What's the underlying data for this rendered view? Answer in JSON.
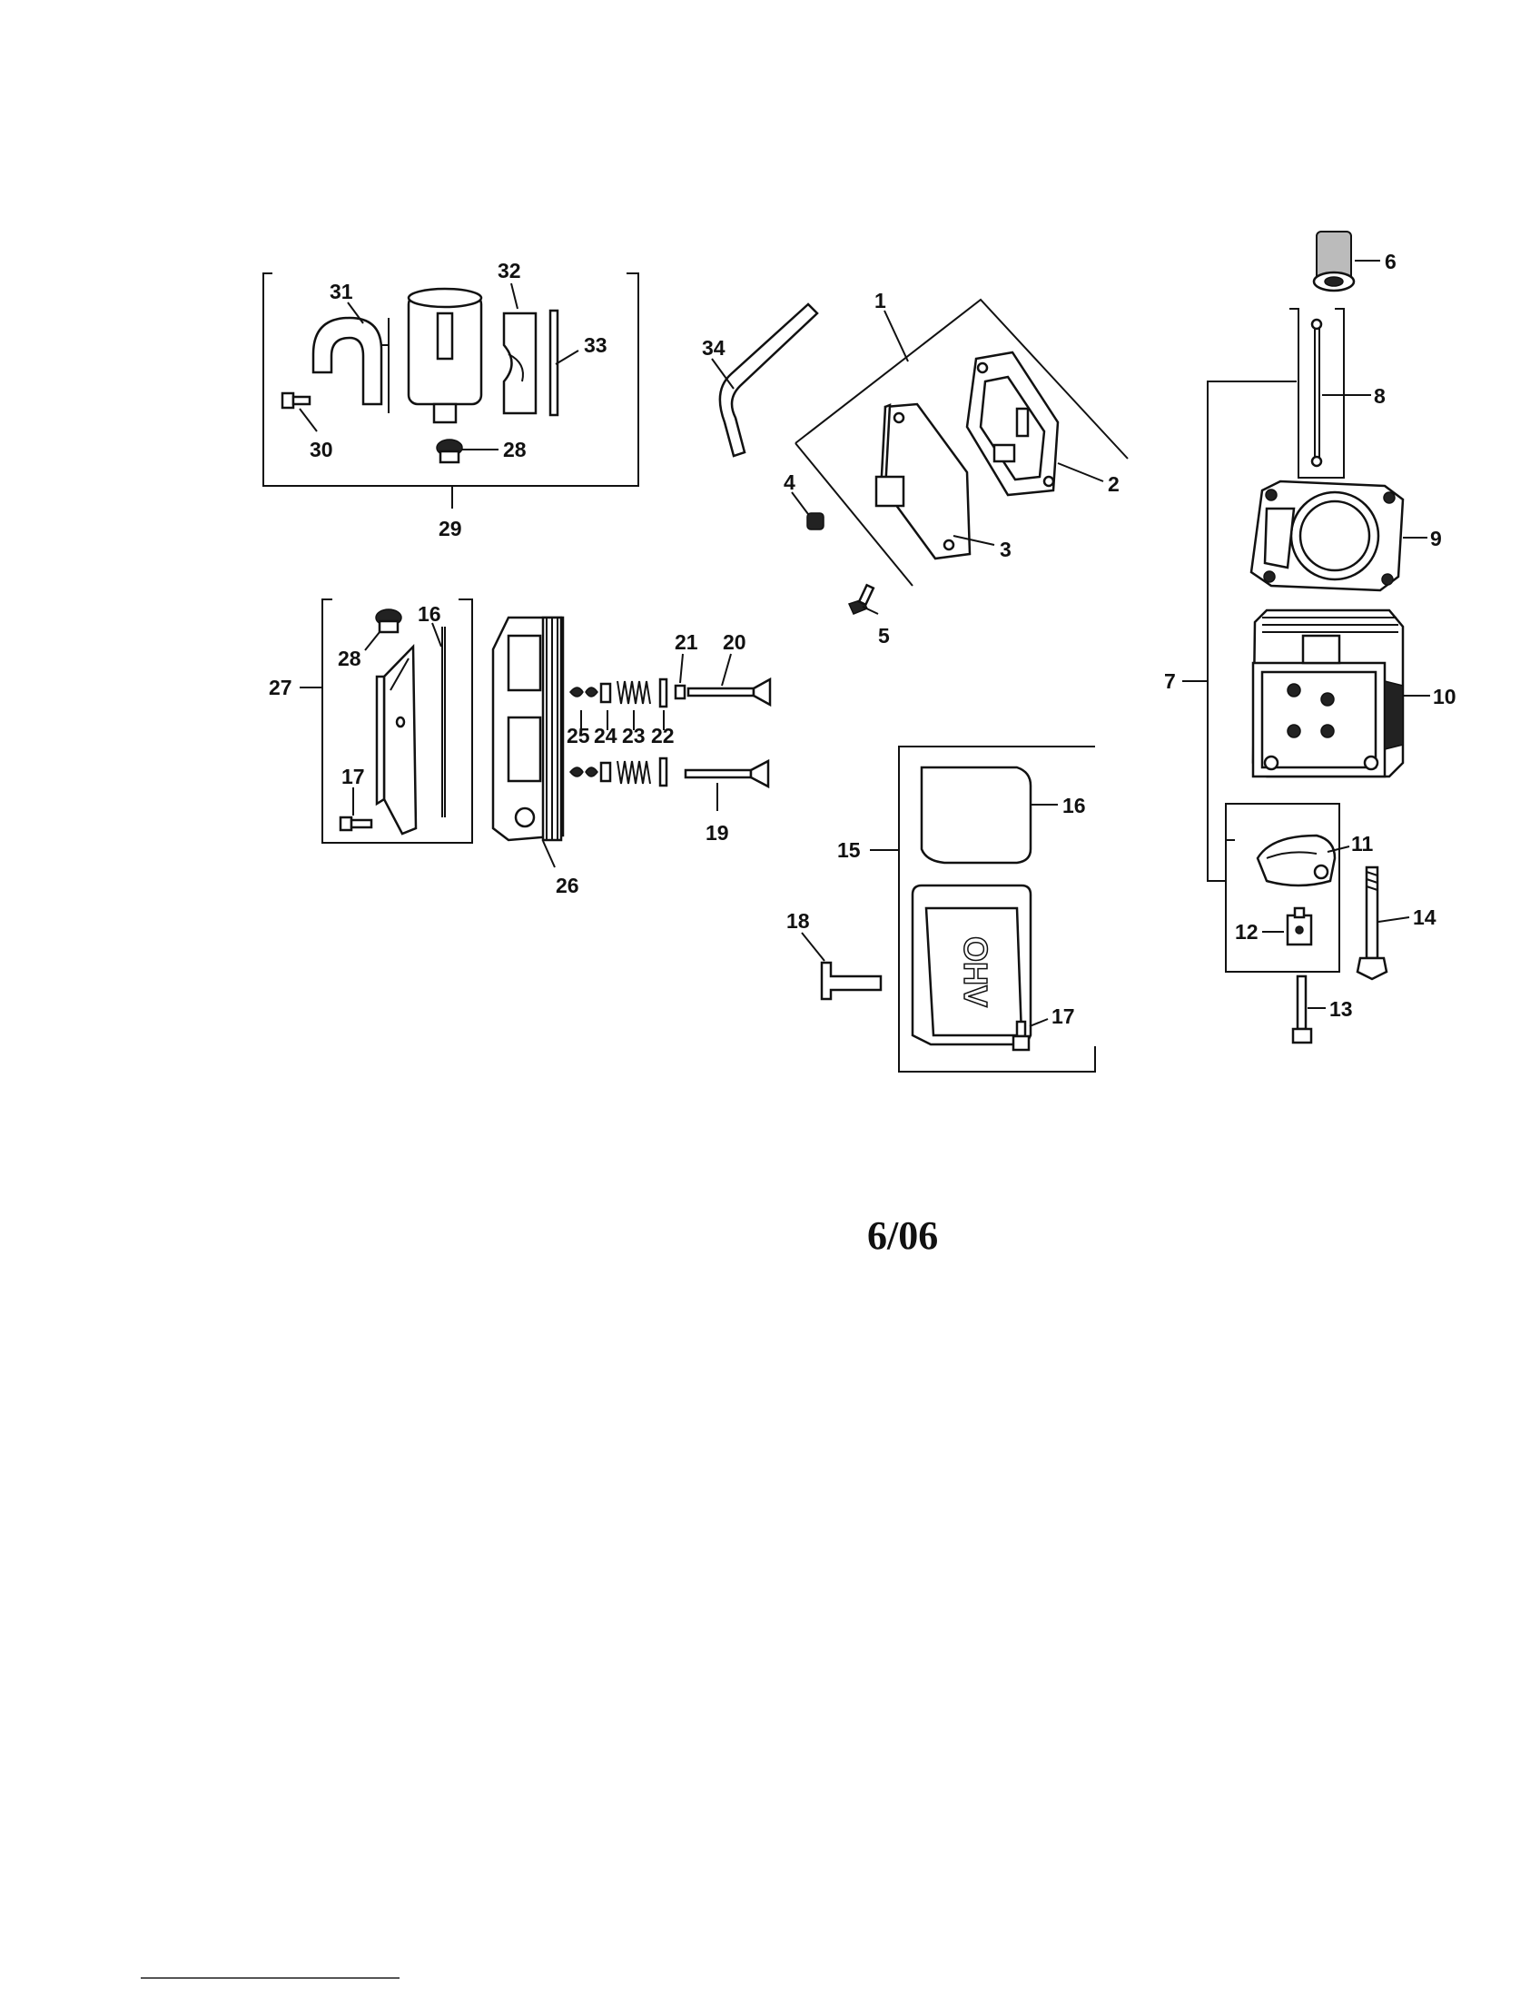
{
  "labels": {
    "p1": "1",
    "p2": "2",
    "p3": "3",
    "p4": "4",
    "p5": "5",
    "p6": "6",
    "p7": "7",
    "p8": "8",
    "p9": "9",
    "p10": "10",
    "p11": "11",
    "p12": "12",
    "p13": "13",
    "p14": "14",
    "p15": "15",
    "p16a": "16",
    "p16b": "16",
    "p17a": "17",
    "p17b": "17",
    "p18": "18",
    "p19": "19",
    "p20": "20",
    "p21": "21",
    "p22": "22",
    "p23": "23",
    "p24": "24",
    "p25": "25",
    "p26": "26",
    "p27": "27",
    "p28a": "28",
    "p28b": "28",
    "p29": "29",
    "p30": "30",
    "p31": "31",
    "p32": "32",
    "p33": "33",
    "p34": "34"
  },
  "footer": {
    "date": "6/06"
  },
  "engraving": {
    "cover_text": "OHV"
  }
}
